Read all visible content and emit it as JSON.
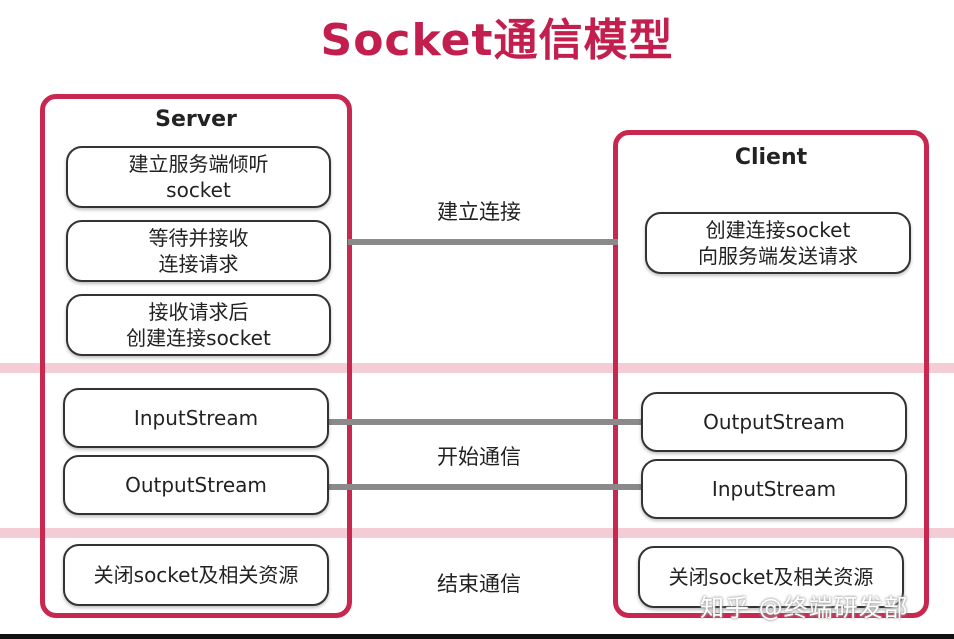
{
  "title": "Socket通信模型",
  "server": {
    "title": "Server",
    "boxes": [
      "建立服务端倾听\nsocket",
      "等待并接收\n连接请求",
      "接收请求后\n创建连接socket",
      "InputStream",
      "OutputStream",
      "关闭socket及相关资源"
    ]
  },
  "client": {
    "title": "Client",
    "boxes": [
      "创建连接socket\n向服务端发送请求",
      "OutputStream",
      "InputStream",
      "关闭socket及相关资源"
    ]
  },
  "phases": [
    "建立连接",
    "开始通信",
    "结束通信"
  ],
  "watermark": "知乎 @终端研发部",
  "colors": {
    "accent": "#c8284f",
    "band": "#f3ccd6",
    "connector": "#8a8a8a"
  }
}
